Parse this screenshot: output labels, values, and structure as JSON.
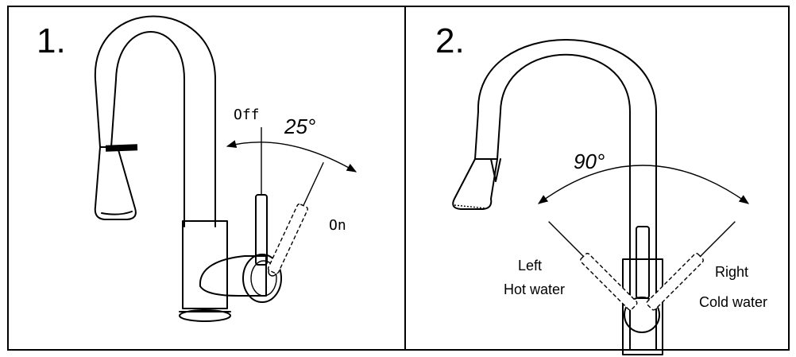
{
  "panel1": {
    "step": "1.",
    "off_label": "Off",
    "on_label": "On",
    "angle": "25°"
  },
  "panel2": {
    "step": "2.",
    "angle": "90°",
    "left_label": "Left",
    "left_sub": "Hot water",
    "right_label": "Right",
    "right_sub": "Cold water"
  }
}
